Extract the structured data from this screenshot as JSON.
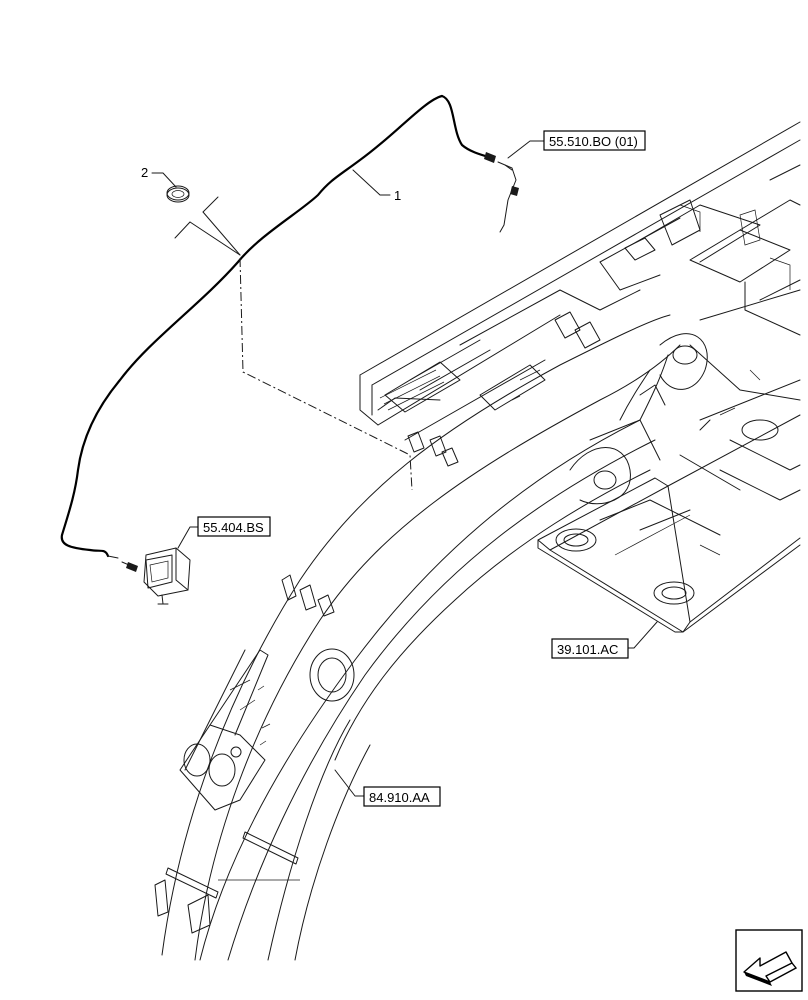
{
  "callouts": {
    "item_1": "1",
    "item_2": "2"
  },
  "references": {
    "ref_55_510": "55.510.BO (01)",
    "ref_55_404": "55.404.BS",
    "ref_39_101": "39.101.AC",
    "ref_84_910": "84.910.AA"
  },
  "icons": {
    "nav_arrow": "arrow-icon"
  }
}
